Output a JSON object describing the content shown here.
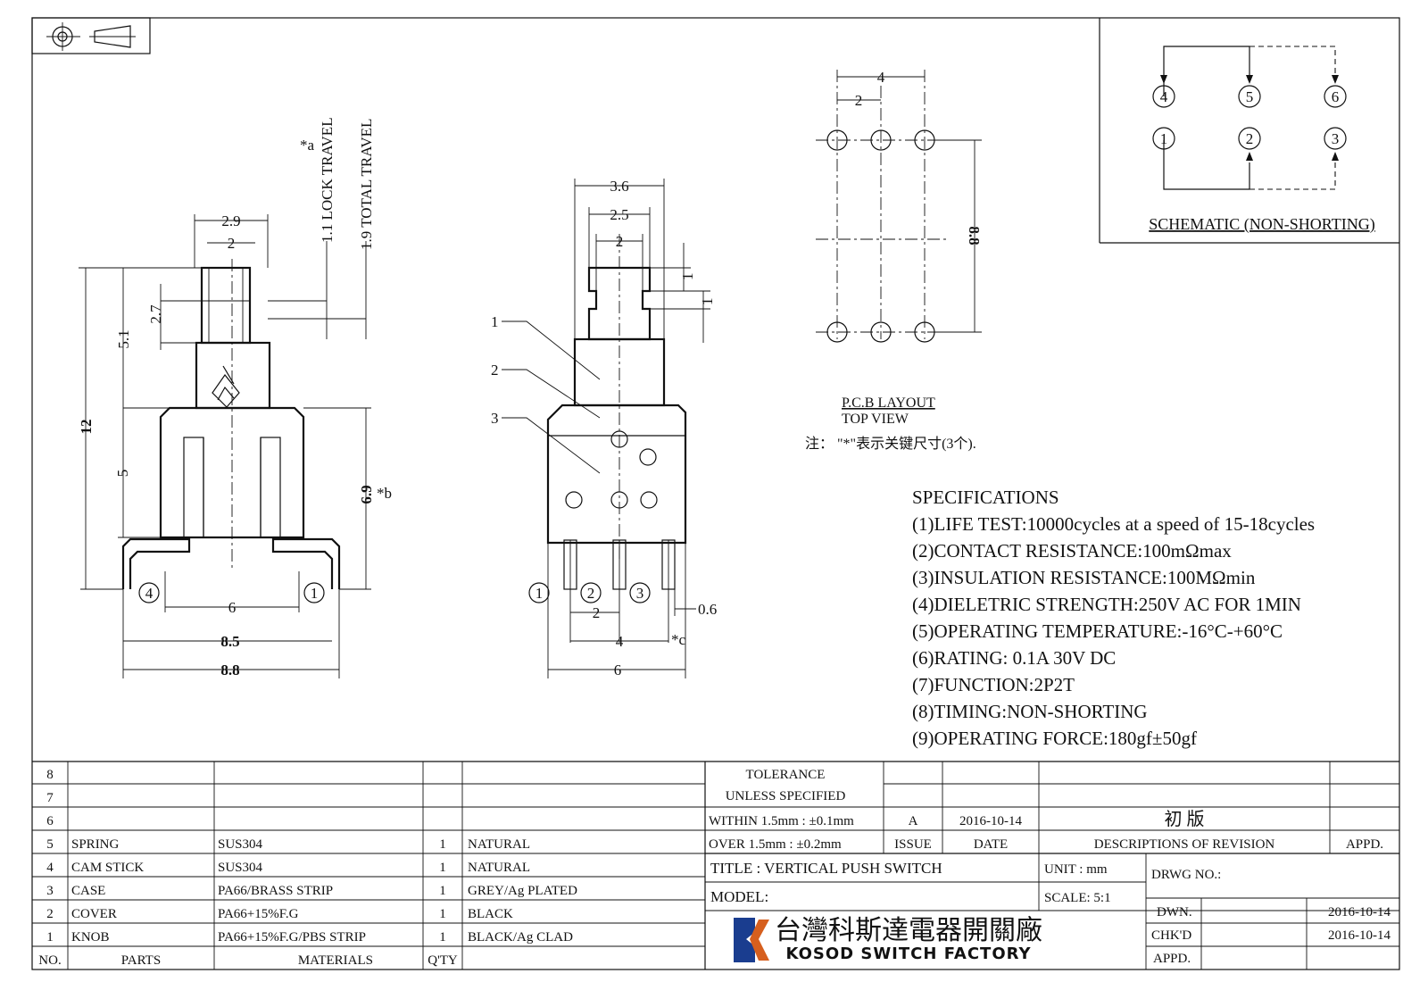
{
  "schematic": {
    "title": "SCHEMATIC (NON-SHORTING)",
    "pins_top": [
      "4",
      "5",
      "6"
    ],
    "pins_bottom": [
      "1",
      "2",
      "3"
    ]
  },
  "side_view": {
    "dims": {
      "w29": "2.9",
      "w2": "2",
      "h27": "2.7",
      "h51": "5.1",
      "h12": "12",
      "h5": "5",
      "h69": "6.9",
      "b_mark": "*b",
      "w6": "6",
      "w85": "8.5",
      "w88": "8.8",
      "lock_travel": "1.1 LOCK TRAVEL",
      "total_travel": "1.9 TOTAL TRAVEL",
      "a_mark": "*a"
    },
    "pins": [
      "4",
      "1"
    ]
  },
  "front_view": {
    "dims": {
      "w36": "3.6",
      "w25": "2.5",
      "w2": "2",
      "h1a": "1",
      "h1b": "1",
      "w2b": "2",
      "w4": "4",
      "c_mark": "*c",
      "w6": "6",
      "w06": "0.6"
    },
    "labels": [
      "1",
      "2",
      "3"
    ],
    "pins": [
      "1",
      "2",
      "3"
    ]
  },
  "pcb": {
    "dims": {
      "w4": "4",
      "w2": "2",
      "h88": "8.8"
    },
    "title": "P.C.B LAYOUT",
    "subtitle": "TOP VIEW",
    "note": "注：  \"*\"表示关键尺寸(3个)."
  },
  "specifications": {
    "heading": "SPECIFICATIONS",
    "items": [
      "(1)LIFE TEST:10000cycles at a speed of 15-18cycles",
      "(2)CONTACT RESISTANCE:100mΩmax",
      "(3)INSULATION RESISTANCE:100MΩmin",
      "(4)DIELETRIC STRENGTH:250V AC FOR 1MIN",
      "(5)OPERATING TEMPERATURE:-16°C-+60°C",
      "(6)RATING: 0.1A 30V DC",
      "(7)FUNCTION:2P2T",
      "(8)TIMING:NON-SHORTING",
      "(9)OPERATING FORCE:180gf±50gf"
    ]
  },
  "bom": {
    "headers": [
      "NO.",
      "PARTS",
      "MATERIALS",
      "Q'TY"
    ],
    "rows": [
      {
        "no": "8",
        "part": "",
        "material": "",
        "qty": "",
        "finish": ""
      },
      {
        "no": "7",
        "part": "",
        "material": "",
        "qty": "",
        "finish": ""
      },
      {
        "no": "6",
        "part": "",
        "material": "",
        "qty": "",
        "finish": ""
      },
      {
        "no": "5",
        "part": "SPRING",
        "material": "SUS304",
        "qty": "1",
        "finish": "NATURAL"
      },
      {
        "no": "4",
        "part": "CAM STICK",
        "material": "SUS304",
        "qty": "1",
        "finish": "NATURAL"
      },
      {
        "no": "3",
        "part": "CASE",
        "material": "PA66/BRASS STRIP",
        "qty": "1",
        "finish": "GREY/Ag PLATED"
      },
      {
        "no": "2",
        "part": "COVER",
        "material": "PA66+15%F.G",
        "qty": "1",
        "finish": "BLACK"
      },
      {
        "no": "1",
        "part": "KNOB",
        "material": "PA66+15%F.G/PBS STRIP",
        "qty": "1",
        "finish": "BLACK/Ag CLAD"
      }
    ]
  },
  "title_block": {
    "tolerance_1": "TOLERANCE",
    "tolerance_2": "UNLESS  SPECIFIED",
    "within": "WITHIN 1.5mm : ±0.1mm",
    "over": "OVER 1.5mm : ±0.2mm",
    "issue_val": "A",
    "date_val": "2016-10-14",
    "desc_val": "初 版",
    "issue_hdr": "ISSUE",
    "date_hdr": "DATE",
    "desc_hdr": "DESCRIPTIONS  OF  REVISION",
    "appd_hdr": "APPD.",
    "title": "TITLE :  VERTICAL PUSH SWITCH",
    "unit": "UNIT :  mm",
    "drwg": "DRWG NO.:",
    "model": "MODEL:",
    "scale": "SCALE:  5:1",
    "dwn": "DWN.",
    "dwn_date": "2016-10-14",
    "chkd": "CHK'D",
    "chkd_date": "2016-10-14",
    "appd": "APPD.",
    "company_cn": "台灣科斯達電器開關廠",
    "company_en": "KOSOD SWITCH FACTORY"
  }
}
